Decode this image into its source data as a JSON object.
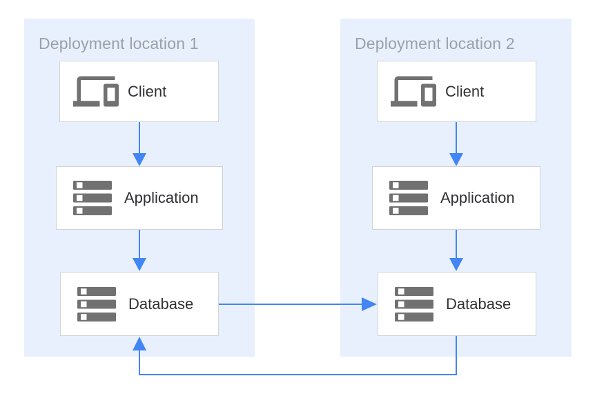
{
  "diagram": {
    "groups": [
      {
        "id": "location1",
        "title": "Deployment location 1",
        "nodes": [
          {
            "id": "client",
            "label": "Client",
            "icon": "devices-icon"
          },
          {
            "id": "application",
            "label": "Application",
            "icon": "server-stack-icon"
          },
          {
            "id": "database",
            "label": "Database",
            "icon": "server-stack-icon"
          }
        ]
      },
      {
        "id": "location2",
        "title": "Deployment location 2",
        "nodes": [
          {
            "id": "client",
            "label": "Client",
            "icon": "devices-icon"
          },
          {
            "id": "application",
            "label": "Application",
            "icon": "server-stack-icon"
          },
          {
            "id": "database",
            "label": "Database",
            "icon": "server-stack-icon"
          }
        ]
      }
    ],
    "connections": [
      {
        "from": "Client (location 1)",
        "to": "Application (location 1)",
        "type": "arrow-down"
      },
      {
        "from": "Application (location 1)",
        "to": "Database (location 1)",
        "type": "arrow-down"
      },
      {
        "from": "Client (location 2)",
        "to": "Application (location 2)",
        "type": "arrow-down"
      },
      {
        "from": "Application (location 2)",
        "to": "Database (location 2)",
        "type": "arrow-down"
      },
      {
        "from": "Database (location 1)",
        "to": "Database (location 2)",
        "type": "arrow-right"
      },
      {
        "from": "Database (location 2)",
        "to": "Database (location 1)",
        "type": "arrow-bottom-loop"
      }
    ],
    "colors": {
      "group_bg": "#e8f0fe",
      "node_bg": "#ffffff",
      "node_border": "#d1d3d5",
      "arrow": "#4285f4",
      "icon": "#717171",
      "group_title": "#9aa0a6",
      "node_label": "#303134",
      "page_bg": "#ffffff"
    }
  }
}
